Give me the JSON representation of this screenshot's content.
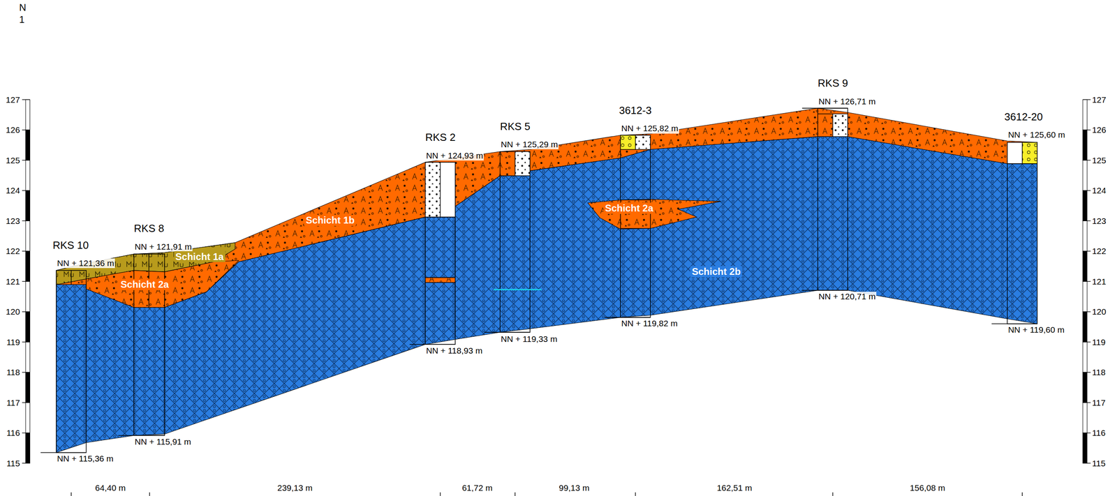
{
  "diagram": {
    "labels": [
      "N",
      "1",
      "RKS 10",
      "RKS 8",
      "RKS 2",
      "RKS 5",
      "3612-3",
      "RKS 9",
      "3612-20",
      "NN + 121,36 m",
      "NN + 121,91 m",
      "NN + 124,93 m",
      "NN + 125,29 m",
      "NN + 125,82 m",
      "NN + 126,71 m",
      "NN + 125,60 m",
      "NN + 115,36 m",
      "NN + 115,91 m",
      "NN + 118,93 m",
      "NN + 119,33 m",
      "NN + 119,82 m",
      "NN + 120,71 m",
      "NN + 119,60 m",
      "Schicht 1a",
      "Schicht 1b",
      "Schicht 2a",
      "Schicht 2a",
      "Schicht 2b",
      "64,40 m",
      "239,13 m",
      "61,72 m",
      "99,13 m",
      "162,51 m",
      "156,08 m",
      "127",
      "126",
      "125",
      "124",
      "123",
      "122",
      "121",
      "120",
      "119",
      "118",
      "117",
      "116",
      "115",
      "127",
      "126",
      "125",
      "124",
      "123",
      "122",
      "121",
      "120",
      "119",
      "118",
      "117",
      "116",
      "115"
    ]
  }
}
